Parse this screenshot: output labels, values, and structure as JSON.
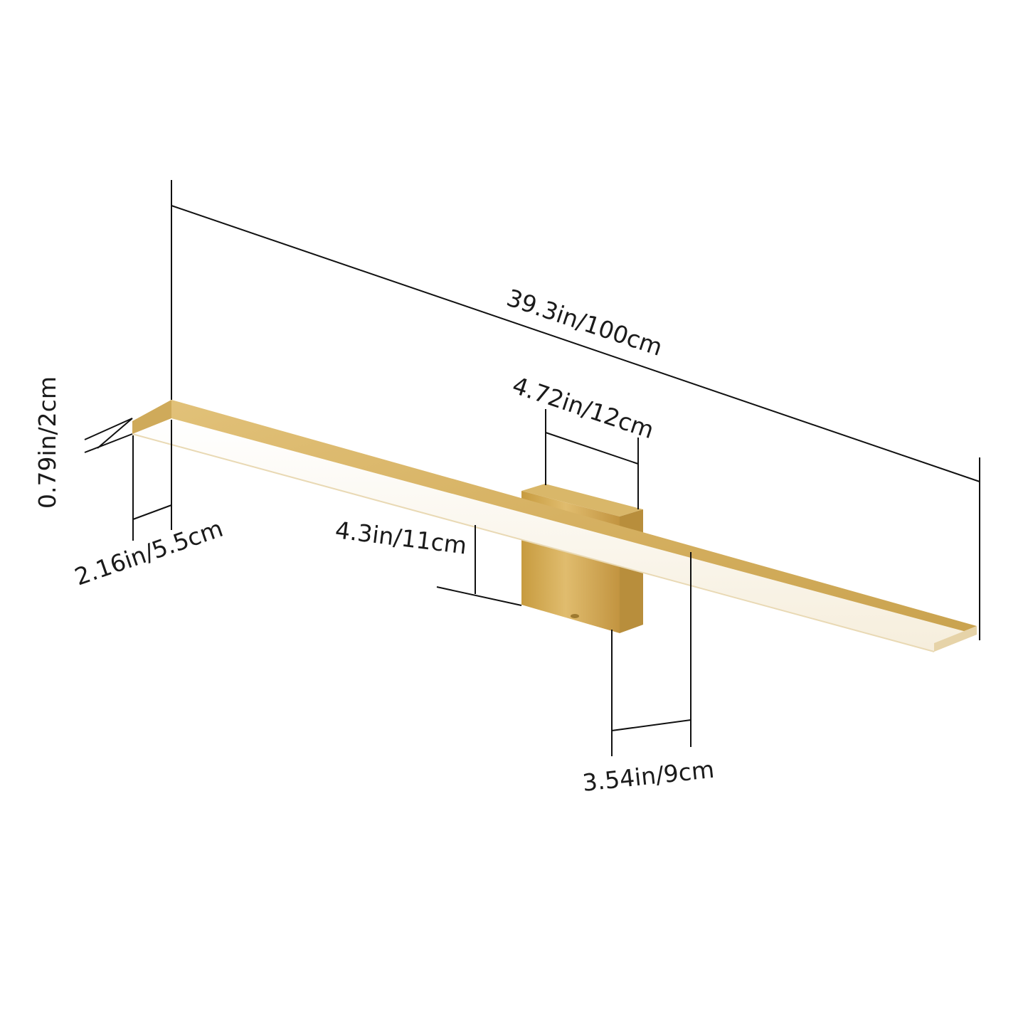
{
  "diagram": {
    "colors": {
      "gold_top": "#D8B464",
      "gold_front": "#C9A24E",
      "gold_side": "#B8903F",
      "diffuser": "#FFFDF6",
      "line": "#111111",
      "text": "#1a1a1a"
    },
    "dimensions": {
      "length": "39.3in/100cm",
      "mount_width": "4.72in/12cm",
      "height": "0.79in/2cm",
      "depth": "2.16in/5.5cm",
      "projection": "4.3in/11cm",
      "mount_height": "3.54in/9cm"
    }
  }
}
